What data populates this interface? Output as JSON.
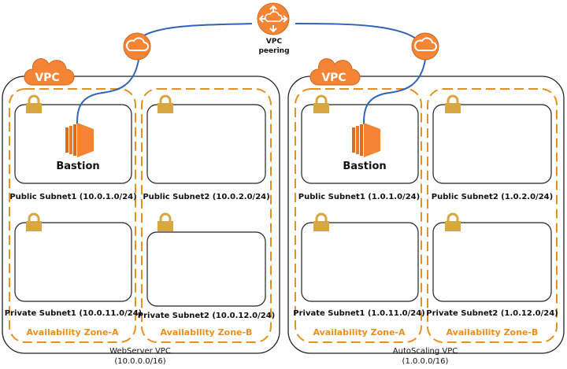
{
  "peering": {
    "line1": "VPC",
    "line2": "peering",
    "icon": "vpc-peering-router-icon"
  },
  "colors": {
    "aws_orange": "#f58534",
    "az_orange": "#e8901f",
    "lock": "#d9a741",
    "link_blue": "#2f63b8",
    "border": "#222222"
  },
  "vpcs": [
    {
      "badge": "VPC",
      "name_line1": "WebServer VPC",
      "name_line2": "(10.0.0.0/16)",
      "zones": [
        {
          "label": "Availability Zone-A",
          "public_subnet": "Public Subnet1 (10.0.1.0/24)",
          "private_subnet": "Private Subnet1 (10.0.11.0/24)"
        },
        {
          "label": "Availability Zone-B",
          "public_subnet": "Public Subnet2 (10.0.2.0/24)",
          "private_subnet": "Private Subnet2 (10.0.12.0/24)"
        }
      ],
      "instance_label": "Bastion"
    },
    {
      "badge": "VPC",
      "name_line1": "AutoScaling VPC",
      "name_line2": "(1.0.0.0/16)",
      "zones": [
        {
          "label": "Availability Zone-A",
          "public_subnet": "Public Subnet1 (1.0.1.0/24)",
          "private_subnet": "Private Subnet1 (1.0.11.0/24)"
        },
        {
          "label": "Availability Zone-B",
          "public_subnet": "Public Subnet2 (1.0.2.0/24)",
          "private_subnet": "Private Subnet2 (1.0.12.0/24)"
        }
      ],
      "instance_label": "Bastion"
    }
  ]
}
